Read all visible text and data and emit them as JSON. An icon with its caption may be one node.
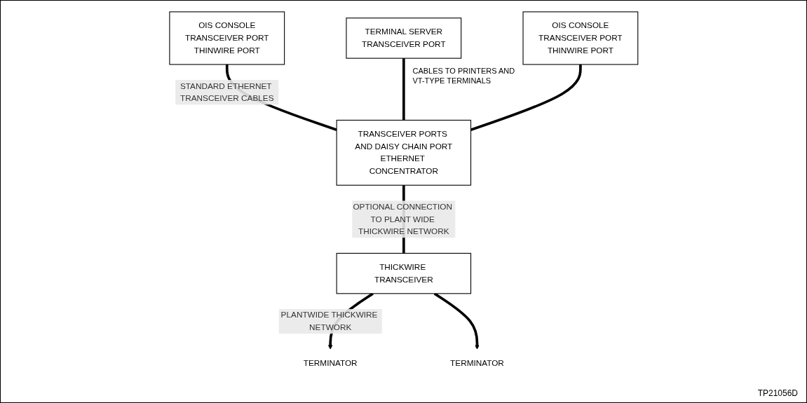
{
  "diagram": {
    "nodes": [
      {
        "text": [
          "OIS CONSOLE",
          "TRANSCEIVER PORT",
          "THINWIRE PORT"
        ]
      },
      {
        "text": [
          "TERMINAL SERVER",
          "TRANSCEIVER PORT"
        ],
        "beside": [
          "CABLES TO PRINTERS AND VT-TYPE TERMINALS"
        ]
      },
      {
        "text": [
          "OIS CONSOLE",
          "TRANSCEIVER PORT",
          "THINWIRE PORT"
        ]
      },
      {
        "text": [
          "TRANSCEIVER PORTS AND DAISY CHAIN PORT",
          "ETHERNET CONCENTRATOR"
        ]
      },
      {
        "text": [
          "THICKWIRE TRANSCEIVER"
        ]
      },
      {
        "text": [
          "TERMINATOR"
        ]
      },
      {
        "text": [
          "TERMINATOR"
        ]
      }
    ],
    "edges": [
      {
        "from": 0,
        "to": 3,
        "arrow": "none",
        "label": "STANDARD ETHERNET TRANSCEIVER CABLES"
      },
      {
        "from": 1,
        "to": 3,
        "arrow": "none"
      },
      {
        "from": 2,
        "to": 3,
        "arrow": "none"
      },
      {
        "from": 3,
        "to": 4,
        "arrow": "none",
        "label": "OPTIONAL CONNECTION TO PLANT WIDE THICKWIRE NETWORK"
      },
      {
        "from": 4,
        "to": 5,
        "arrow": "to",
        "label": "PLANTWIDE THICKWIRE NETWORK"
      },
      {
        "from": 4,
        "to": 6,
        "arrow": "to"
      }
    ],
    "labels": [
      "TP21056D"
    ]
  }
}
